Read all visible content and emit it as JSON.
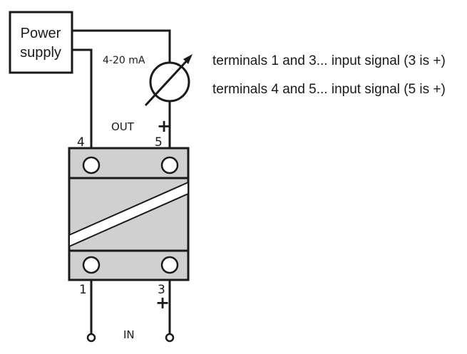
{
  "power_supply": {
    "line1": "Power",
    "line2": "supply"
  },
  "current_label": "4-20 mA",
  "out_label": "OUT",
  "in_label": "IN",
  "terminals": {
    "t1": "1",
    "t3": "3",
    "t4": "4",
    "t5": "5"
  },
  "plus_sign": "+",
  "legend": [
    "terminals 1 and 3... input signal (3 is +)",
    "terminals 4 and 5... input signal (5 is +)"
  ],
  "colors": {
    "line": "#1a1a1a",
    "module_fill": "#d0d0d0",
    "background": "#ffffff"
  }
}
